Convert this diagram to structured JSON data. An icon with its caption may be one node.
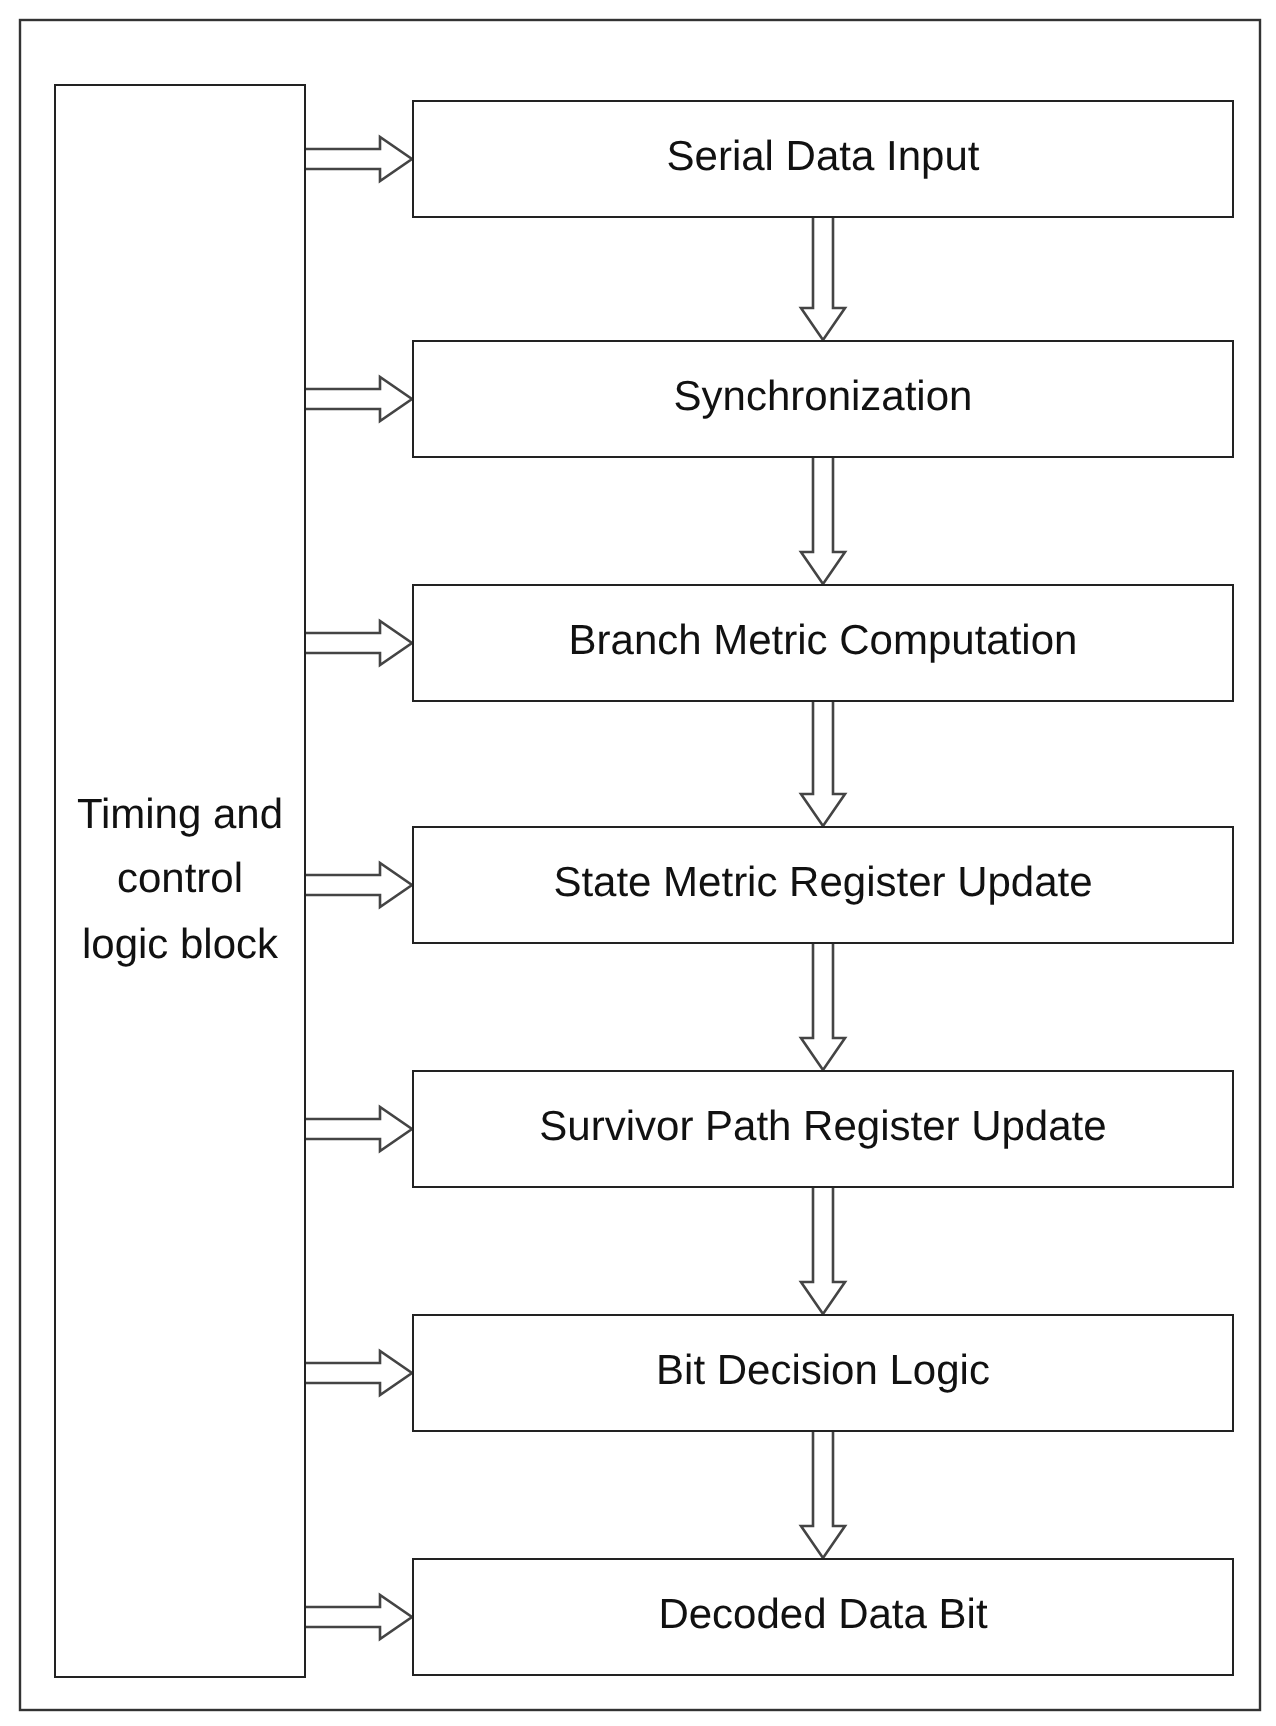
{
  "diagram": {
    "nodes": [
      {
        "text": [
          "Timing and control logic block"
        ]
      },
      {
        "text": [
          "Serial Data Input"
        ]
      },
      {
        "text": [
          "Synchronization"
        ]
      },
      {
        "text": [
          "Branch Metric Computation"
        ]
      },
      {
        "text": [
          "State Metric Register Update"
        ]
      },
      {
        "text": [
          "Survivor Path Register Update"
        ]
      },
      {
        "text": [
          "Bit Decision Logic"
        ]
      },
      {
        "text": [
          "Decoded Data Bit"
        ]
      }
    ],
    "edges": [
      {
        "from": 0,
        "to": 1,
        "arrow": "to"
      },
      {
        "from": 0,
        "to": 2,
        "arrow": "to"
      },
      {
        "from": 0,
        "to": 3,
        "arrow": "to"
      },
      {
        "from": 0,
        "to": 4,
        "arrow": "to"
      },
      {
        "from": 0,
        "to": 5,
        "arrow": "to"
      },
      {
        "from": 0,
        "to": 6,
        "arrow": "to"
      },
      {
        "from": 0,
        "to": 7,
        "arrow": "to"
      },
      {
        "from": 1,
        "to": 2,
        "arrow": "to"
      },
      {
        "from": 2,
        "to": 3,
        "arrow": "to"
      },
      {
        "from": 3,
        "to": 4,
        "arrow": "to"
      },
      {
        "from": 4,
        "to": 5,
        "arrow": "to"
      },
      {
        "from": 5,
        "to": 6,
        "arrow": "to"
      },
      {
        "from": 6,
        "to": 7,
        "arrow": "to"
      }
    ]
  }
}
